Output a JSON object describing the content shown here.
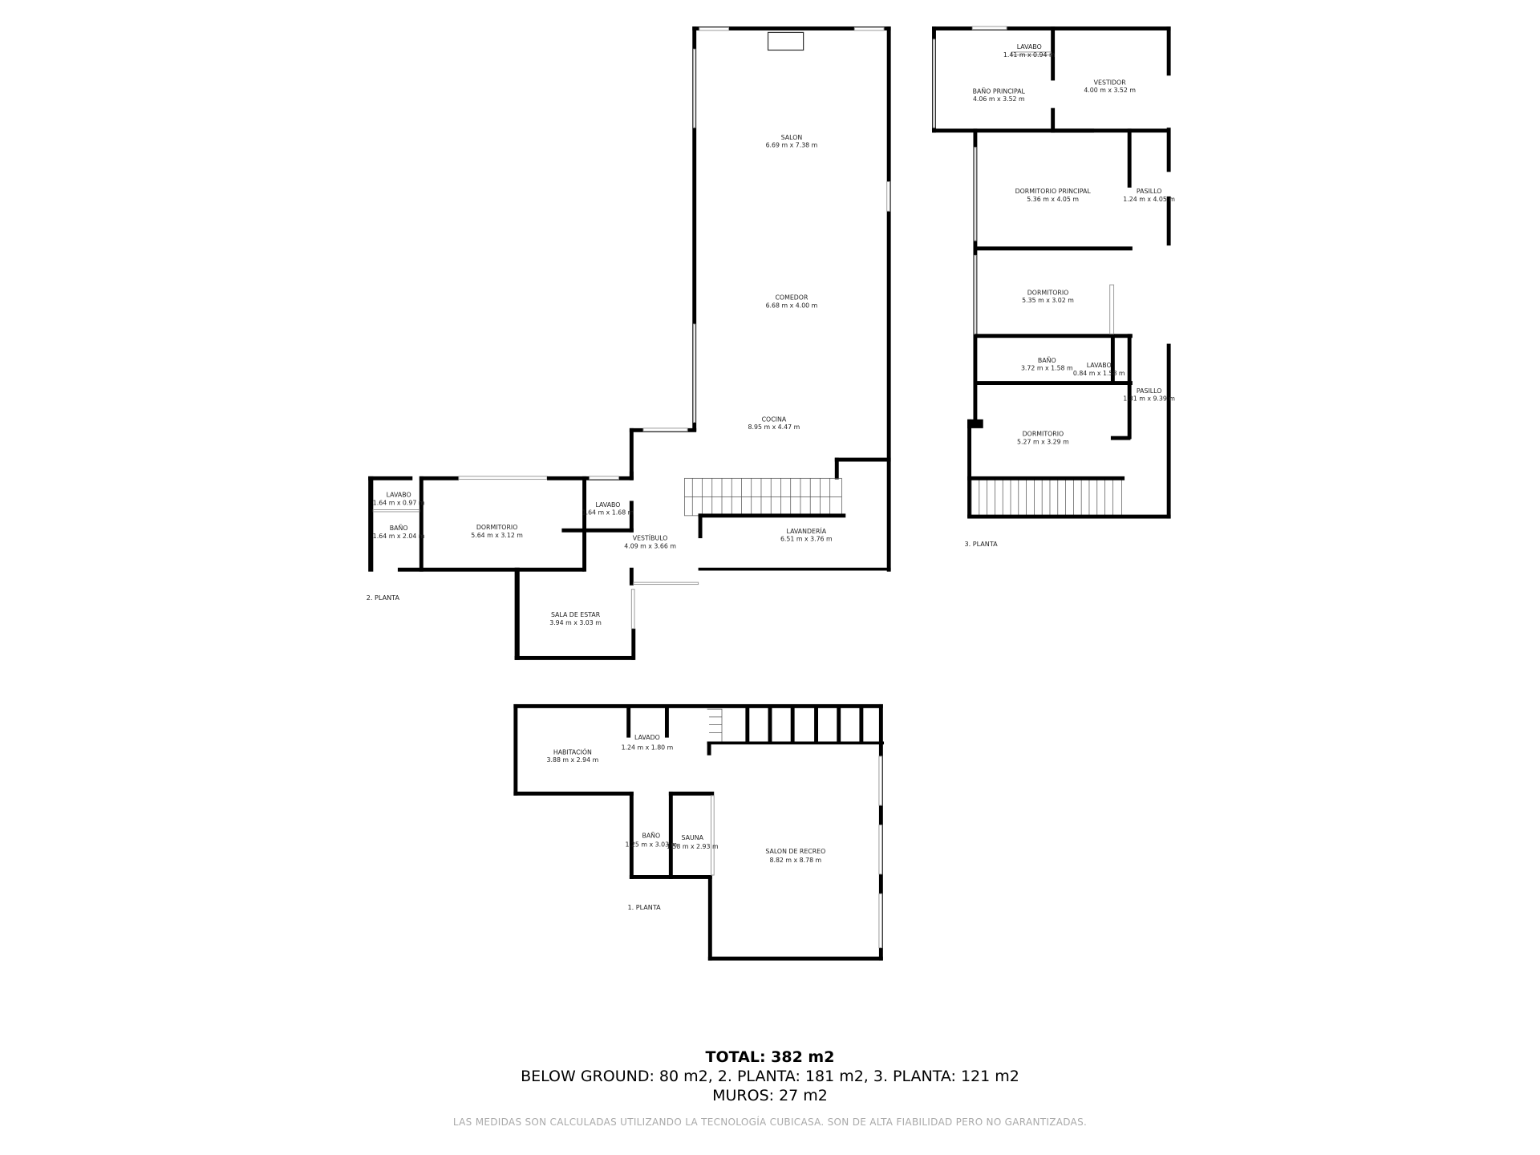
{
  "floors": {
    "planta2": {
      "label": "2. PLANTA",
      "rooms": [
        {
          "name": "SALON",
          "size": "6.69 m x 7.38 m"
        },
        {
          "name": "COMEDOR",
          "size": "6.68 m x 4.00 m"
        },
        {
          "name": "COCINA",
          "size": "8.95 m x 4.47 m"
        },
        {
          "name": "LAVANDERÍA",
          "size": "6.51 m x 3.76 m"
        },
        {
          "name": "VESTÍBULO",
          "size": "4.09 m x 3.66 m"
        },
        {
          "name": "LAVABO",
          "size": "1.64 m x 1.68 m"
        },
        {
          "name": "DORMITORIO",
          "size": "5.64 m x 3.12 m"
        },
        {
          "name": "LAVABO",
          "size": "1.64 m x 0.97 m"
        },
        {
          "name": "BAÑO",
          "size": "1.64 m x 2.04 m"
        },
        {
          "name": "SALA DE ESTAR",
          "size": "3.94 m x 3.03 m"
        }
      ]
    },
    "planta3": {
      "label": "3. PLANTA",
      "rooms": [
        {
          "name": "LAVABO",
          "size": "1.41 m x 0.94 m"
        },
        {
          "name": "BAÑO PRINCIPAL",
          "size": "4.06 m x 3.52 m"
        },
        {
          "name": "VESTIDOR",
          "size": "4.00 m x 3.52 m"
        },
        {
          "name": "DORMITORIO PRINCIPAL",
          "size": "5.36 m x 4.05 m"
        },
        {
          "name": "PASILLO",
          "size": "1.24 m x 4.05 m"
        },
        {
          "name": "DORMITORIO",
          "size": "5.35 m x 3.02 m"
        },
        {
          "name": "BAÑO",
          "size": "3.72 m x 1.58 m"
        },
        {
          "name": "LAVABO",
          "size": "0.84 m x 1.58 m"
        },
        {
          "name": "PASILLO",
          "size": "1.31 m x 9.39 m"
        },
        {
          "name": "DORMITORIO",
          "size": "5.27 m x 3.29 m"
        }
      ]
    },
    "planta1": {
      "label": "1. PLANTA",
      "rooms": [
        {
          "name": "HABITACIÓN",
          "size": "3.88 m x 2.94 m"
        },
        {
          "name": "LAVADO",
          "size": "1.24 m x 1.80 m"
        },
        {
          "name": "BAÑO",
          "size": "1.25 m x 3.03 m"
        },
        {
          "name": "SAUNA",
          "size": "1.58 m x 2.93 m"
        },
        {
          "name": "SALON DE RECREO",
          "size": "8.82 m x 8.78 m"
        }
      ]
    }
  },
  "summary": {
    "total": "TOTAL: 382 m2",
    "breakdown": "BELOW GROUND: 80 m2, 2. PLANTA: 181 m2, 3. PLANTA: 121 m2",
    "muros": "MUROS: 27 m2",
    "disclaimer": "LAS MEDIDAS SON CALCULADAS UTILIZANDO LA TECNOLOGÍA CUBICASA. SON DE ALTA FIABILIDAD PERO NO GARANTIZADAS."
  },
  "colors": {
    "walls": "#000000",
    "windows": "#999999",
    "text": "#222222",
    "disclaimer": "#aaaaaa"
  }
}
